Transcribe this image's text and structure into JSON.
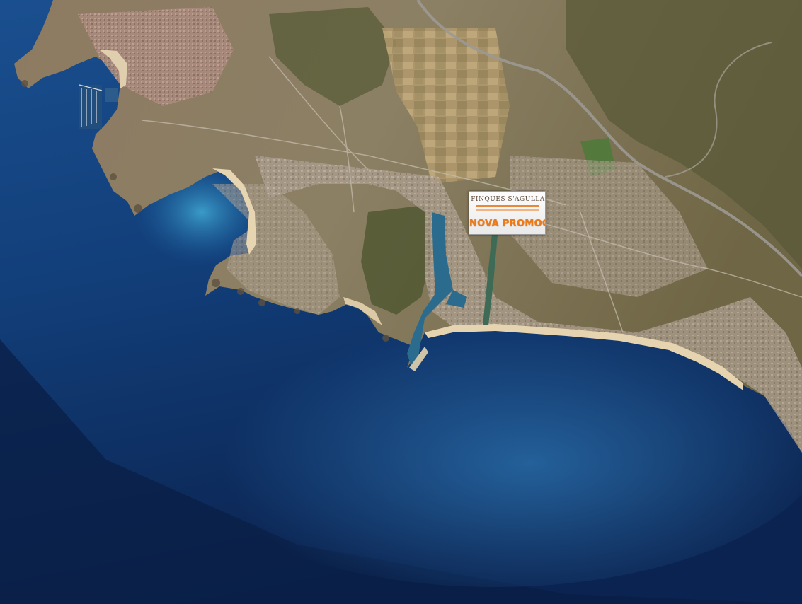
{
  "map": {
    "type": "satellite",
    "colors": {
      "deep_sea": "#0b2a5e",
      "shallow_sea": "#2e7fb8",
      "beach": "#e7d6b4",
      "land": "#8a7c5c",
      "urban": "#b9a89a",
      "vegetation": "#4f5a33"
    }
  },
  "promo_sign": {
    "brand": "FINQUES S'AGULLA",
    "headline": "NOVA PROMOCIÓ",
    "colors": {
      "headline": "#ee7a17",
      "accent": "#e8883a",
      "background": "#f6f6f6"
    }
  }
}
